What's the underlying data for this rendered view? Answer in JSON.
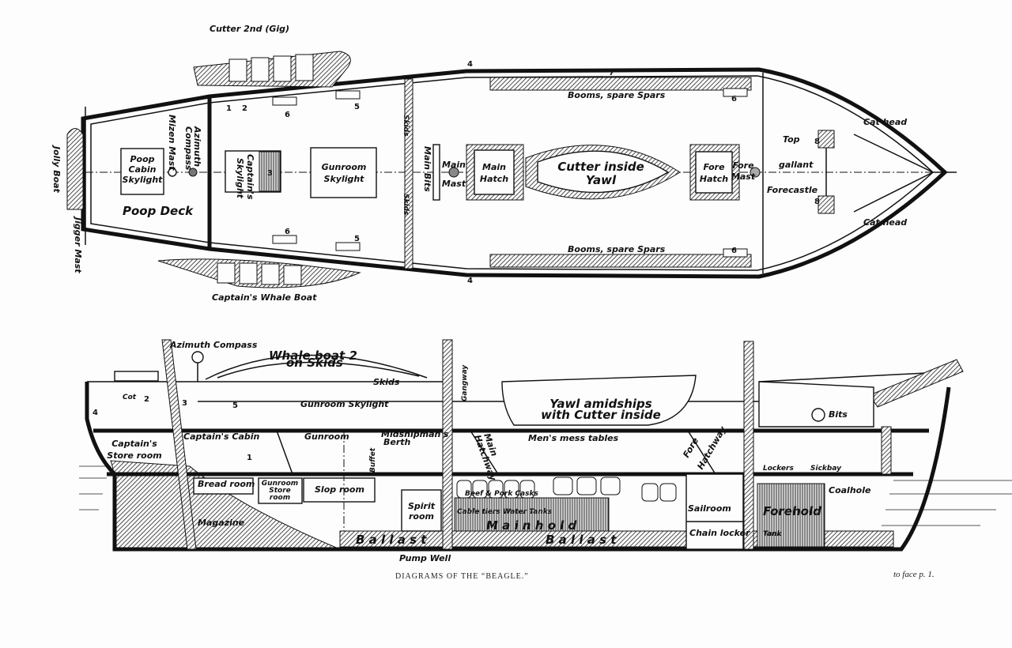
{
  "plan": {
    "cutter_gig": "Cutter 2nd (Gig)",
    "jolly_boat": "Jolly Boat",
    "jigger_mast": "Jigger Mast",
    "poop_cabin_skylight": [
      "Poop",
      "Cabin",
      "Skylight"
    ],
    "poop_deck": "Poop Deck",
    "mizen_mast": "Mizen Mast",
    "azimuth_compass": [
      "Azimuth",
      "Compass"
    ],
    "captains_skylight": [
      "Captain's",
      "Skylight"
    ],
    "gunroom_skylight": [
      "Gunroom",
      "Skylight"
    ],
    "skids": "Skids",
    "main_bits": "Main Bits",
    "main_mast": [
      "Main",
      "Mast"
    ],
    "main_hatch": [
      "Main",
      "Hatch"
    ],
    "cutter_inside_yawl": [
      "Cutter inside",
      "Yawl"
    ],
    "fore_hatch": [
      "Fore",
      "Hatch"
    ],
    "fore_mast": [
      "Fore",
      "Mast"
    ],
    "booms_spare_spars": "Booms, spare Spars",
    "top_gallant_forecastle": [
      "Top",
      "gallant",
      "Forecastle"
    ],
    "cat_head": "Cat head",
    "captains_whale_boat": "Captain's Whale Boat",
    "numbers": [
      "1",
      "2",
      "3",
      "4",
      "5",
      "6",
      "7",
      "8"
    ]
  },
  "profile": {
    "azimuth_compass": "Azimuth Compass",
    "whale_boat": [
      "Whale boat 2",
      "on Skids"
    ],
    "skids": "Skids",
    "gangway": "Gangway",
    "cot": "Cot",
    "gunroom_skylight": "Gunroom Skylight",
    "yawl": [
      "Yawl amidships",
      "with Cutter inside"
    ],
    "bits": "Bits",
    "captains_store_room": [
      "Captain's",
      "Store room"
    ],
    "captains_cabin": "Captain's Cabin",
    "gunroom": "Gunroom",
    "midshipmans_berth": [
      "Midshipman's",
      "Berth"
    ],
    "buffet": "Buffet",
    "main_hatchway": [
      "Main",
      "Hatchway"
    ],
    "mens_mess_tables": "Men's mess tables",
    "fore_hatchway": [
      "Fore",
      "Hatchway"
    ],
    "lockers": "Lockers",
    "sick_bay": "Sickbay",
    "bread_room": "Bread room",
    "gunroom_store_room": [
      "Gunroom",
      "Store",
      "room"
    ],
    "slop_room": "Slop room",
    "spirit_room": [
      "Spirit",
      "room"
    ],
    "beef_pork_casks": "Beef & Pork Casks",
    "cable_tiers": "Cable tiers Water Tanks",
    "main_hold": "M a i n h o l d",
    "sailroom": "Sailroom",
    "chain_locker": "Chain locker",
    "coalhole": "Coalhole",
    "forehold": "Forehold",
    "tank": "Tank",
    "magazine": "Magazine",
    "ballast": "B a l l a s t",
    "pump_well": "Pump Well",
    "numbers": [
      "1",
      "2",
      "3",
      "4",
      "5"
    ]
  },
  "caption": "DIAGRAMS OF THE “BEAGLE.”",
  "page_ref": "to face p. 1."
}
